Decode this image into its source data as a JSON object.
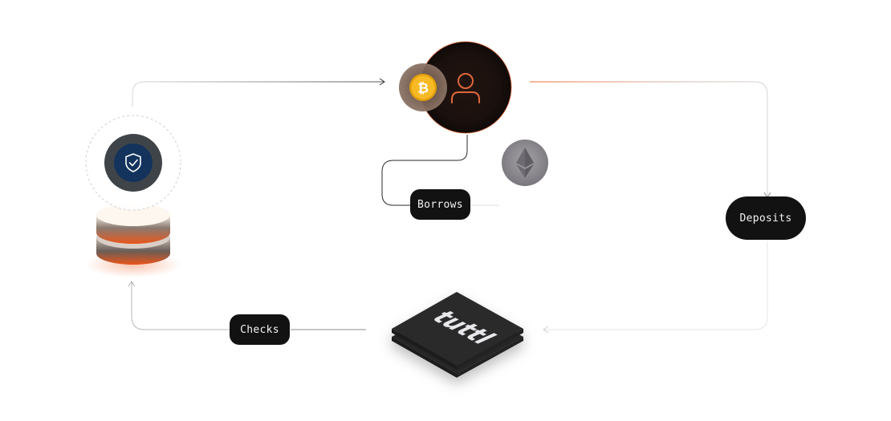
{
  "labels": {
    "borrows": "Borrows",
    "deposits": "Deposits",
    "checks": "Checks"
  },
  "logo": {
    "text": "tuttl"
  },
  "icons": {
    "user": "user-icon",
    "bitcoin": "bitcoin-icon",
    "ethereum": "ethereum-icon",
    "shield": "shield-check-icon",
    "database": "database-stack-icon",
    "platform": "platform-tile-icon"
  },
  "colors": {
    "accent": "#ec5a1c",
    "bitcoin": "#f2a900",
    "dark": "#121212",
    "shield_bg": "#13335c"
  }
}
